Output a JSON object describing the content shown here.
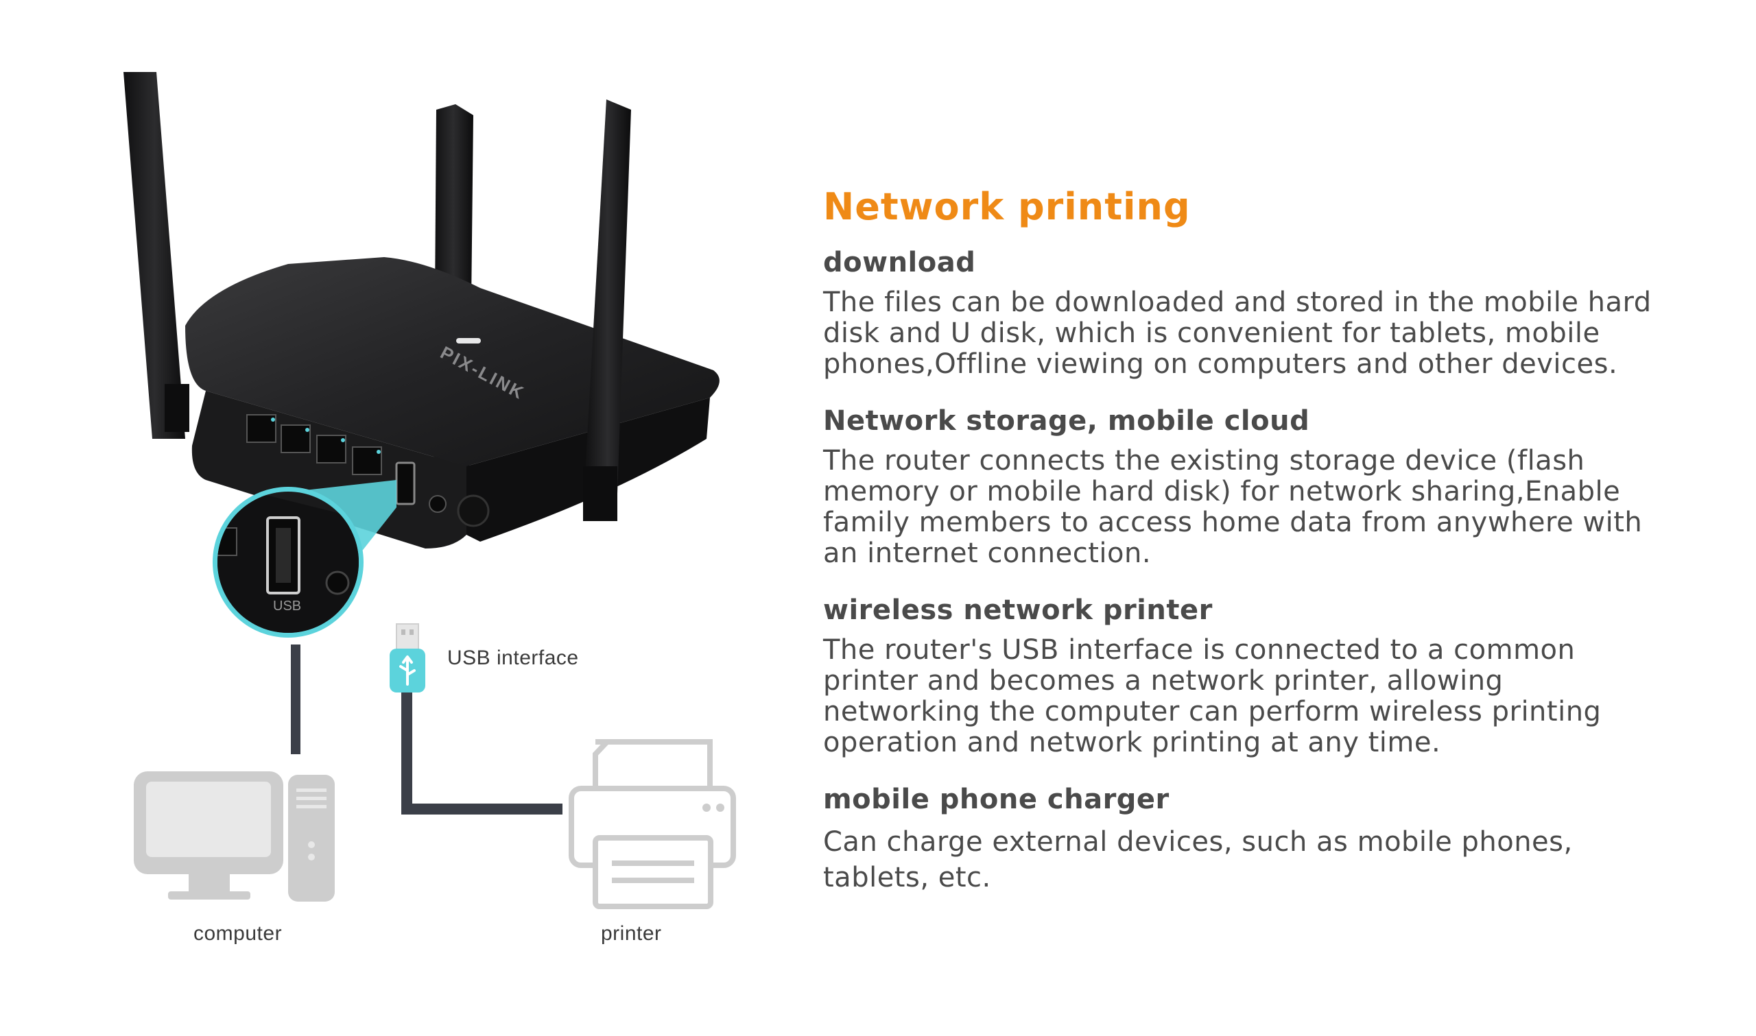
{
  "title": "Network printing",
  "features": [
    {
      "heading": "download",
      "text": "The files can be downloaded and stored in the mobile hard disk and U disk, which is convenient for tablets, mobile phones,Offline viewing on computers and other devices."
    },
    {
      "heading": "Network storage, mobile cloud",
      "text": "The router connects the existing storage device (flash memory or mobile hard disk) for network sharing,Enable family members to access home data from anywhere with an internet connection."
    },
    {
      "heading": "wireless network printer",
      "text": "The router's USB interface is connected to a common printer and becomes a network printer, allowing networking the computer can perform wireless printing operation and network printing at any time."
    },
    {
      "heading": "mobile phone charger",
      "text": "Can charge external devices, such as mobile phones, tablets, etc."
    }
  ],
  "diagram": {
    "usb_label": "USB interface",
    "computer_label": "computer",
    "printer_label": "printer",
    "router_brand": "PIX-LINK",
    "port_label": "USB",
    "accent_color": "#5cd3dc",
    "title_color": "#ef8a16"
  }
}
